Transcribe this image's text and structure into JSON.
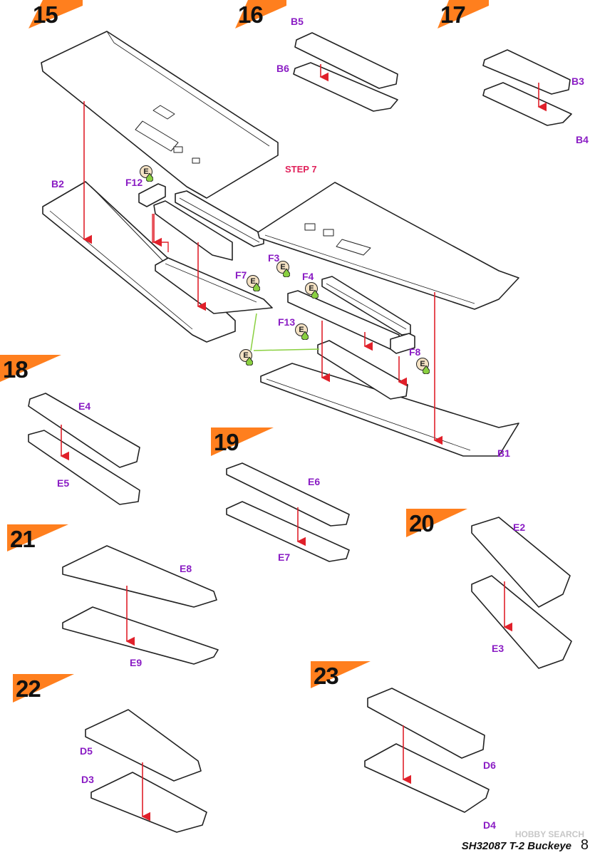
{
  "steps": [
    {
      "number": "15"
    },
    {
      "number": "16"
    },
    {
      "number": "17"
    },
    {
      "number": "18"
    },
    {
      "number": "19"
    },
    {
      "number": "20"
    },
    {
      "number": "21"
    },
    {
      "number": "22"
    },
    {
      "number": "23"
    }
  ],
  "step_title": "STEP 7",
  "parts": {
    "B1": "B1",
    "B2": "B2",
    "B3": "B3",
    "B4": "B4",
    "B5": "B5",
    "B6": "B6",
    "D3": "D3",
    "D4": "D4",
    "D5": "D5",
    "D6": "D6",
    "E2": "E2",
    "E3": "E3",
    "E4": "E4",
    "E5": "E5",
    "E6": "E6",
    "E7": "E7",
    "E8": "E8",
    "E9": "E9",
    "F3": "F3",
    "F4": "F4",
    "F7": "F7",
    "F8": "F8",
    "F12": "F12",
    "F13": "F13"
  },
  "glue_icon_letter": "E",
  "footer": {
    "kit_name": "SH32087  T-2 Buckeye",
    "page": "8",
    "watermark": "HOBBY SEARCH"
  },
  "colors": {
    "flag": "#ff7f1e",
    "label": "#8a1cc4",
    "arrow": "#e0202a",
    "guide_line": "#8ad040",
    "outline": "#222222"
  }
}
